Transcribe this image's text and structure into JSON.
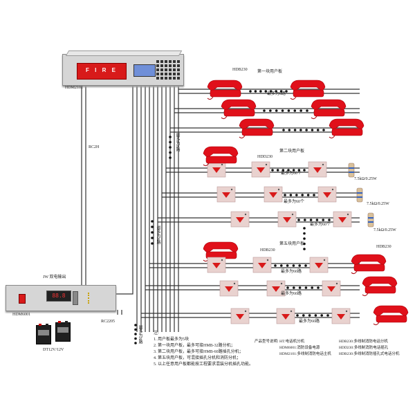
{
  "colors": {
    "wire": "#333333",
    "phone": "#e0101a",
    "phone_dark": "#a80008",
    "station": "#e9d2cf",
    "station_red": "#d81a1a",
    "chassis": "#d8d8d8",
    "psu_panel": "#c9c9c9",
    "resistor": "#d9c19a",
    "resistor_band": "#3060c0",
    "lcd": "#6f8fd8"
  },
  "labels": {
    "host_model": "HDM2101",
    "host_brand": "F I R E",
    "cable_rvv": "RC2H",
    "psu_title": "JW 双电输出",
    "psu_model": "HDM6001",
    "battery_model": "DT12V/12V",
    "psu_cable": "RC2205",
    "board1": "第一块用户板",
    "board2": "第二块用户板",
    "board5": "第五块用户板",
    "hdb": "HDB230",
    "hdd": "HDD230",
    "hdb2": "HDB230",
    "hdb3": "HDB230",
    "max60_1": "最多为60个",
    "max60_2": "最多为60个",
    "max60_3": "最多为60个",
    "max60_4": "最多为60路",
    "max60_5": "最多为60路",
    "max60_6": "最多为60路",
    "max8": "最多为8路",
    "max8_a": "最多为8路",
    "max8_b": "最多为8路",
    "max8_c": "最多为8路",
    "res1": "7.5kΩ/0.25W",
    "res2": "7.5kΩ/0.25W",
    "res3": "7.5kΩ/0.25W"
  },
  "notes": {
    "title": "注:",
    "lines": [
      "1. 用户板最多为5块",
      "2. 第一块用户板，最多可接HMB-32路分机；",
      "3. 第二块用户板，最多可接HMB-60路插孔分机；",
      "4. 第五块用户板，可混接插孔分机和消防分机；",
      "5. 以上任意用户板都能按工程要求混装分机插孔功能。"
    ]
  },
  "products": {
    "title": "产品型号说明:",
    "col1": [
      "HT:电话机分机",
      "HDM6001:消防设备电源",
      "HDM2101:多线制消防电话主机"
    ],
    "col2": [
      "HDB230:多线制消防电话分机",
      "HDD230:多线制消防电话插孔",
      "HDB230:多线制消防插孔式电话分机"
    ]
  }
}
